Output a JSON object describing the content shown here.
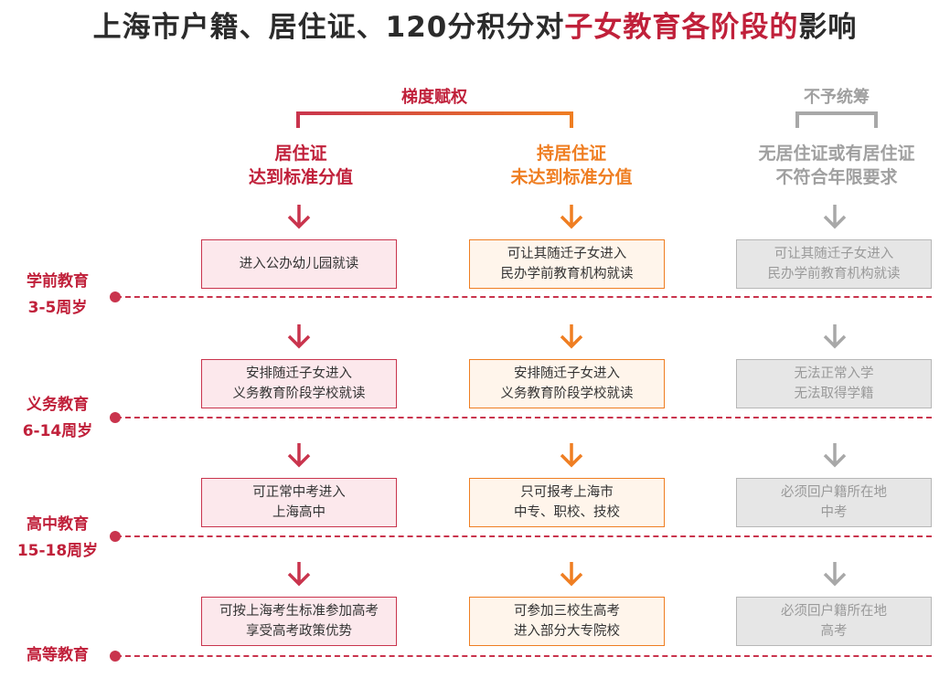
{
  "title": {
    "part1": "上海市户籍、居住证、120分积分对",
    "highlight": "子女教育各阶段的",
    "part2": "影响"
  },
  "groups": {
    "gradient": "梯度赋权",
    "no_coordination": "不予统筹"
  },
  "columns": [
    {
      "line1": "居住证",
      "line2": "达到标准分值"
    },
    {
      "line1": "持居住证",
      "line2": "未达到标准分值"
    },
    {
      "line1": "无居住证或有居住证",
      "line2": "不符合年限要求"
    }
  ],
  "stages": [
    {
      "name": "学前教育",
      "age": "3-5周岁"
    },
    {
      "name": "义务教育",
      "age": "6-14周岁"
    },
    {
      "name": "高中教育",
      "age": "15-18周岁"
    },
    {
      "name": "高等教育",
      "age": ""
    }
  ],
  "cells": [
    [
      [
        "进入公办幼儿园就读"
      ],
      [
        "可让其随迁子女进入",
        "民办学前教育机构就读"
      ],
      [
        "可让其随迁子女进入",
        "民办学前教育机构就读"
      ]
    ],
    [
      [
        "安排随迁子女进入",
        "义务教育阶段学校就读"
      ],
      [
        "安排随迁子女进入",
        "义务教育阶段学校就读"
      ],
      [
        "无法正常入学",
        "无法取得学籍"
      ]
    ],
    [
      [
        "可正常中考进入",
        "上海高中"
      ],
      [
        "只可报考上海市",
        "中专、职校、技校"
      ],
      [
        "必须回户籍所在地",
        "中考"
      ]
    ],
    [
      [
        "可按上海考生标准参加高考",
        "享受高考政策优势"
      ],
      [
        "可参加三校生高考",
        "进入部分大专院校"
      ],
      [
        "必须回户籍所在地",
        "高考"
      ]
    ]
  ],
  "colors": {
    "red": "#c0203a",
    "orange": "#ef7e22",
    "gray": "#a0a0a0"
  }
}
